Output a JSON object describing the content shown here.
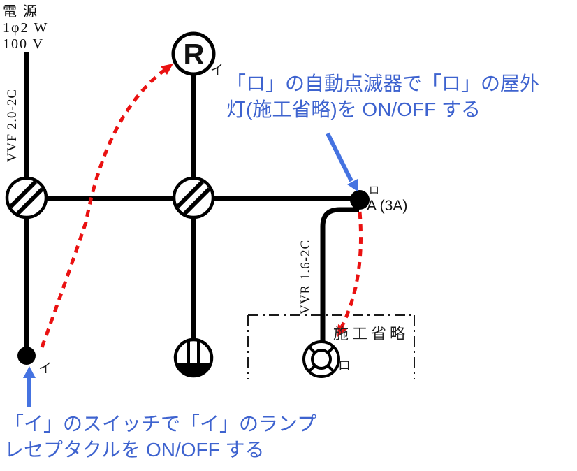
{
  "diagram_title": "wiring-diagram",
  "colors": {
    "wire_black": "#000000",
    "annotation_blue": "#3e63cf",
    "arrow_blue": "#4573e1",
    "relation_red": "#ea1111",
    "background": "#ffffff"
  },
  "source": {
    "name": "電 源",
    "phase": "1φ2 W",
    "voltage": "100 V"
  },
  "cables": {
    "vvf": "VVF 2.0-2C",
    "vvr": "VVR 1.6-2C"
  },
  "components": {
    "lamp_receptacle_letter": "R",
    "lamp_receptacle_label": "イ",
    "switch_label": "イ",
    "auto_switch_label": "ロ",
    "auto_switch_rating": "A (3A)",
    "outdoor_light_label": "ロ",
    "construction_omitted": "施工省略"
  },
  "annotations": {
    "top": {
      "line1": "「ロ」の自動点滅器で「ロ」の屋外",
      "line2": "灯(施工省略)を ON/OFF する"
    },
    "bottom": {
      "line1": "「イ」のスイッチで「イ」のランプ",
      "line2": "レセプタクルを ON/OFF する"
    }
  },
  "icons": [
    "junction-box-icon",
    "lamp-receptacle-icon",
    "ceiling-light-icon",
    "outdoor-light-icon",
    "switch-dot-icon",
    "auto-switch-dot-icon",
    "red-dashed-arrow",
    "blue-pointer-arrow"
  ]
}
